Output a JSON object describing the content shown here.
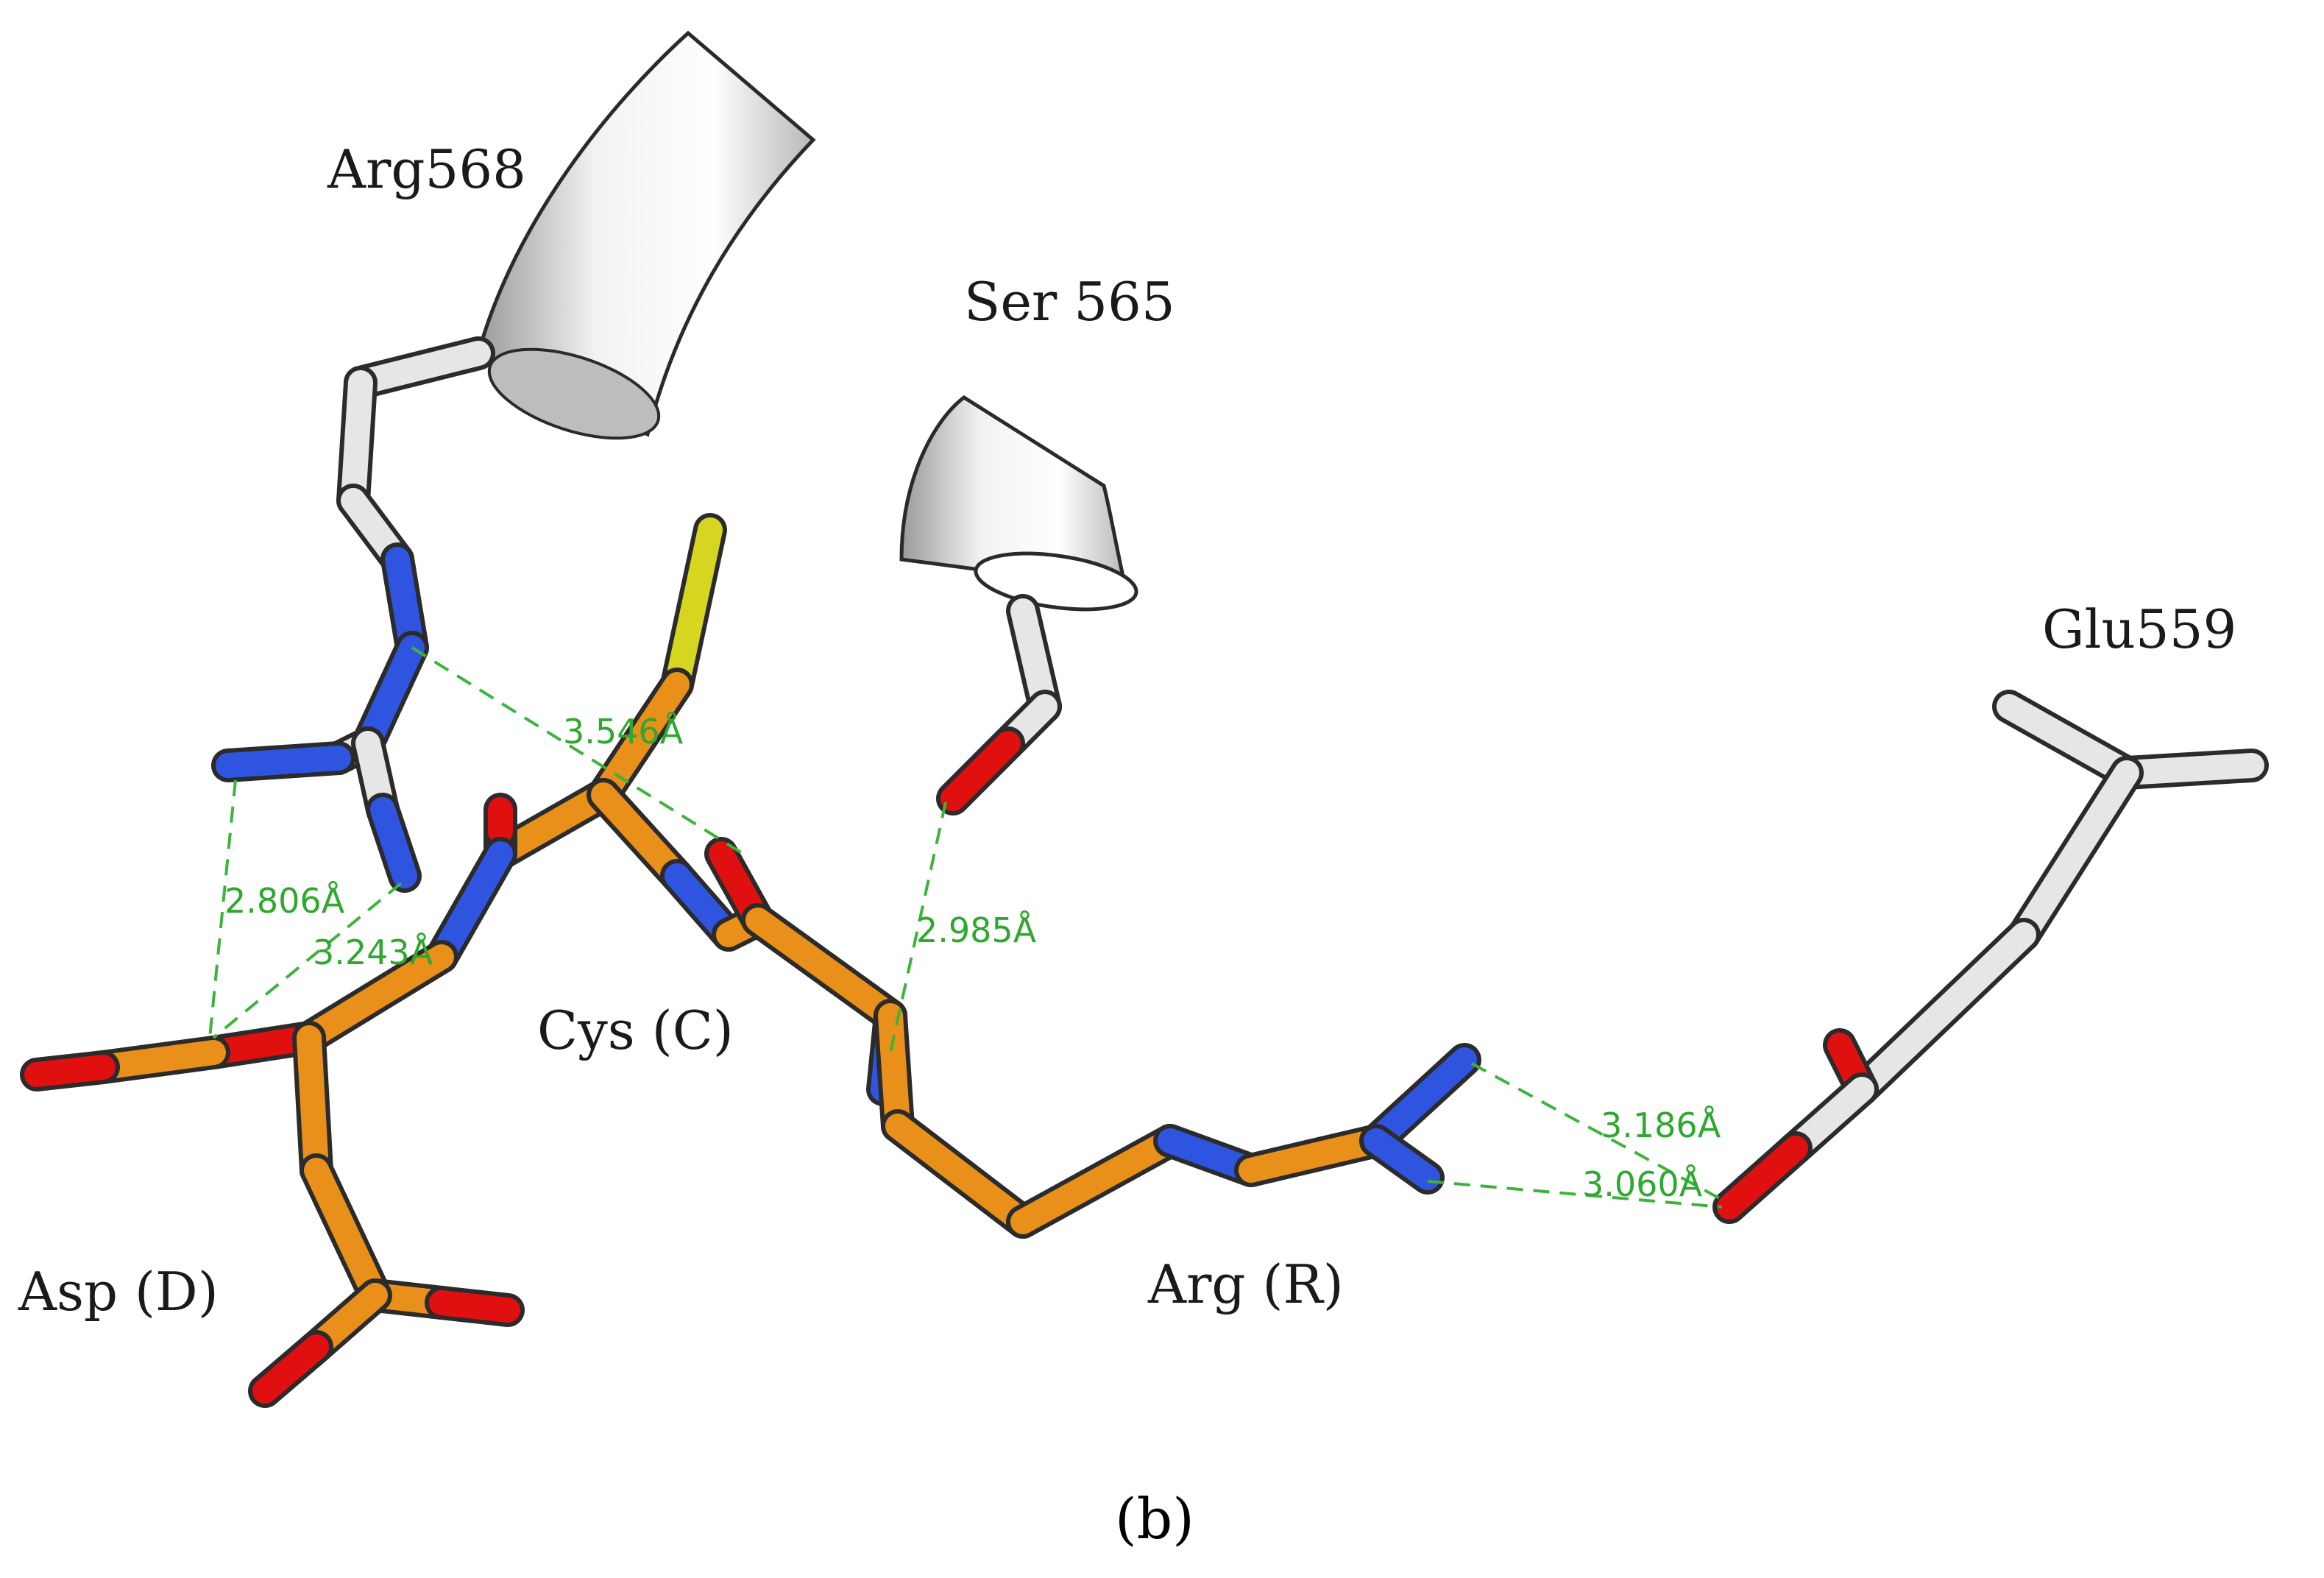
{
  "residue_labels": {
    "arg568": "Arg568",
    "ser565": "Ser 565",
    "glu559": "Glu559",
    "cys": "Cys (C)",
    "asp": "Asp (D)",
    "arg": "Arg (R)"
  },
  "distances": {
    "d1": "3.546Å",
    "d2": "2.806Å",
    "d3": "3.243Å",
    "d4": "2.985Å",
    "d5": "3.186Å",
    "d6": "3.060Å"
  },
  "panel_label": "(b)",
  "colors": {
    "carbon_ligand": "#e8901a",
    "carbon_protein": "#e6e6e6",
    "oxygen": "#e01010",
    "nitrogen": "#2f55e0",
    "sulfur": "#d6d620",
    "hbond": "#3cb43c"
  }
}
